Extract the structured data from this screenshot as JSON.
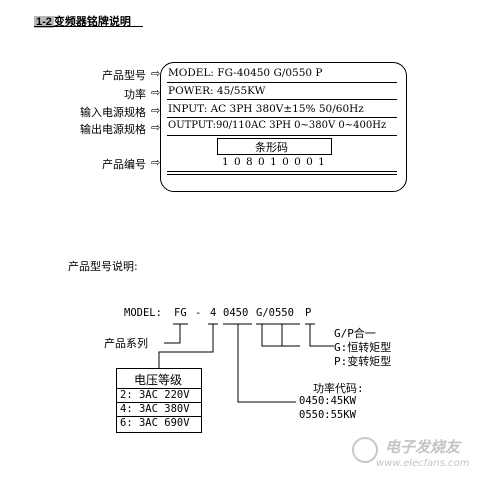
{
  "section": {
    "number": "1-2",
    "title": "变频器铭牌说明"
  },
  "nameplate": {
    "labels": {
      "model": "产品型号",
      "power": "功率",
      "input": "输入电源规格",
      "output": "输出电源规格",
      "serial": "产品编号"
    },
    "arrow_glyph": "⇨",
    "model_text": "MODEL: FG-40450 G/0550 P",
    "power_text": "POWER: 45/55KW",
    "input_text": "INPUT: AC 3PH 380V±15% 50/60Hz",
    "output_text": "OUTPUT:90/110AC 3PH 0~380V 0~400Hz",
    "barcode_label": "条形码",
    "serial_number": "1 0 8 0 1 0 0 0 1"
  },
  "model_explanation": {
    "heading": "产品型号说明:",
    "model_prefix": "MODEL:",
    "parts": {
      "series": "FG",
      "dash": "-",
      "voltage": "4",
      "power": "0450",
      "type": "G/0550",
      "suffix": "P"
    },
    "series_label": "产品系列",
    "voltage_table": {
      "title": "电压等级",
      "rows": [
        "2: 3AC 220V",
        "4: 3AC 380V",
        "6: 3AC 690V"
      ]
    },
    "type_notes": [
      "G/P合一",
      "G:恒转矩型",
      "P:变转矩型"
    ],
    "power_codes": [
      "功率代码:",
      "0450:45KW",
      "0550:55KW"
    ]
  },
  "watermark": {
    "brand": "电子发烧友",
    "url": "www.elecfans.com"
  }
}
